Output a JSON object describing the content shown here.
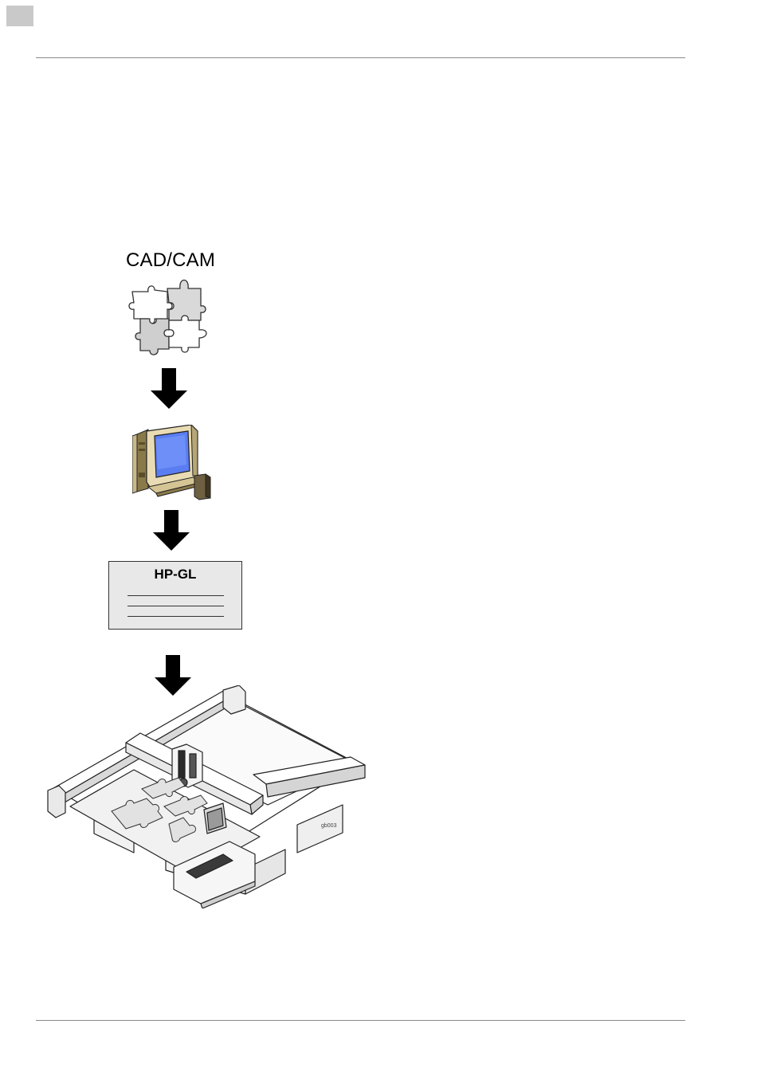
{
  "diagram": {
    "source_label": "CAD/CAM",
    "format_label": "HP-GL",
    "machine_id": "gb003"
  },
  "icons": {
    "puzzle": "puzzle-icon",
    "computer": "desktop-computer-icon",
    "arrow": "down-arrow-icon",
    "document": "document-icon",
    "cutter": "flatbed-cutter-icon"
  }
}
